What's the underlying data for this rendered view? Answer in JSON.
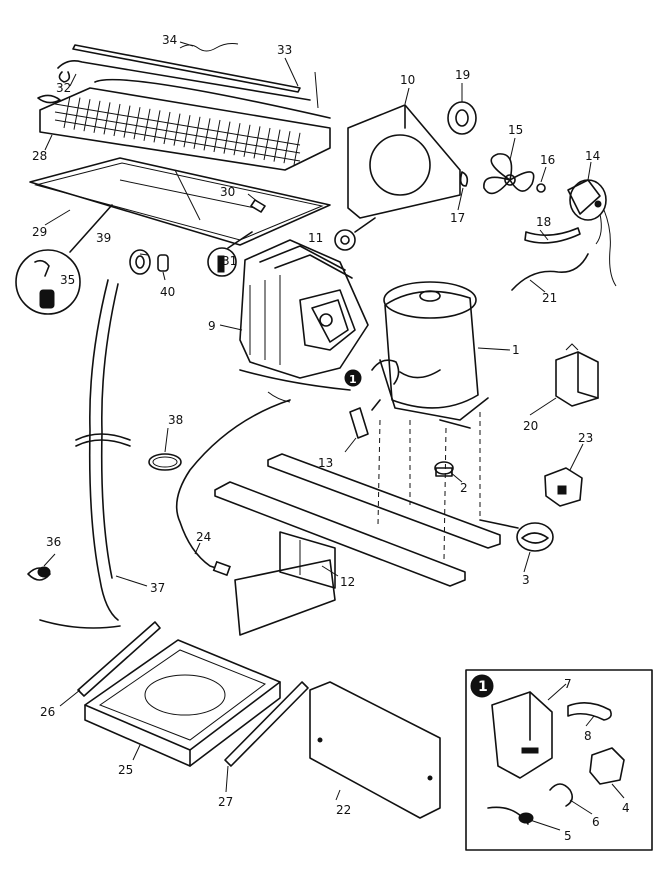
{
  "callouts": {
    "c1": "1",
    "c2": "2",
    "c3": "3",
    "c4": "4",
    "c5": "5",
    "c6": "6",
    "c7": "7",
    "c8": "8",
    "c9": "9",
    "c10": "10",
    "c11": "11",
    "c12": "12",
    "c13": "13",
    "c14": "14",
    "c15": "15",
    "c16": "16",
    "c17": "17",
    "c18": "18",
    "c19": "19",
    "c20": "20",
    "c21": "21",
    "c22": "22",
    "c23": "23",
    "c24": "24",
    "c25": "25",
    "c26": "26",
    "c27": "27",
    "c28": "28",
    "c29": "29",
    "c30": "30",
    "c31": "31",
    "c32": "32",
    "c33": "33",
    "c34": "34",
    "c35": "35",
    "c36": "36",
    "c37": "37",
    "c38": "38",
    "c39": "39",
    "c40": "40"
  },
  "inset": {
    "badge": "1"
  },
  "compressor_badge": "1"
}
